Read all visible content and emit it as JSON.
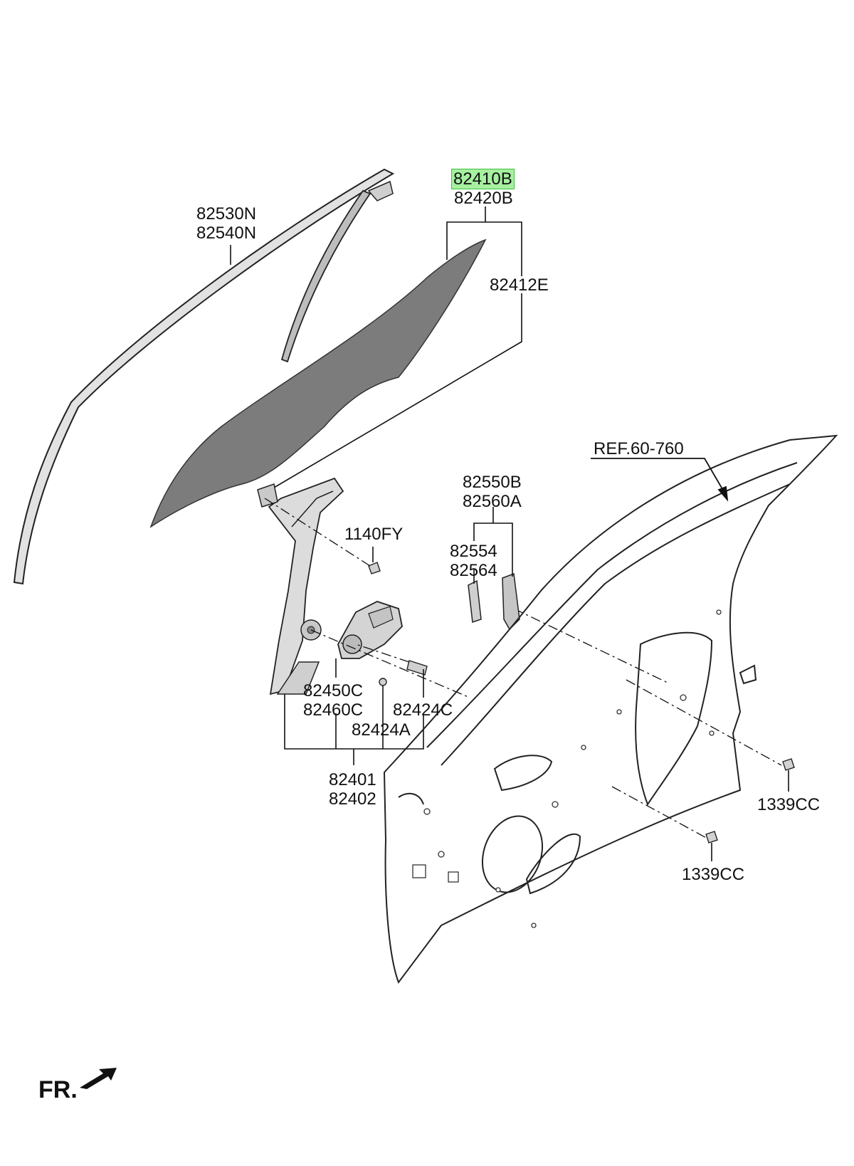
{
  "labels": {
    "glass_main": "82410B",
    "glass_alt": "82420B",
    "glass_channel": "82412E",
    "molding_a": "82530N",
    "molding_b": "82540N",
    "bolt": "1140FY",
    "sash_a": "82550B",
    "sash_b": "82560A",
    "sash_part_a": "82554",
    "sash_part_b": "82564",
    "ref": "REF.60-760",
    "motor_a": "82450C",
    "motor_b": "82460C",
    "bolt_c": "82424C",
    "bolt_a": "82424A",
    "regulator_a": "82401",
    "regulator_b": "82402",
    "plug_upper": "1339CC",
    "plug_lower": "1339CC",
    "front": "FR."
  },
  "highlight": {
    "part": "82410B",
    "color": "#a6f0a0"
  },
  "colors": {
    "glass": "#7c7c7c",
    "line": "#111111",
    "part_fill": "#d8d8d8"
  }
}
